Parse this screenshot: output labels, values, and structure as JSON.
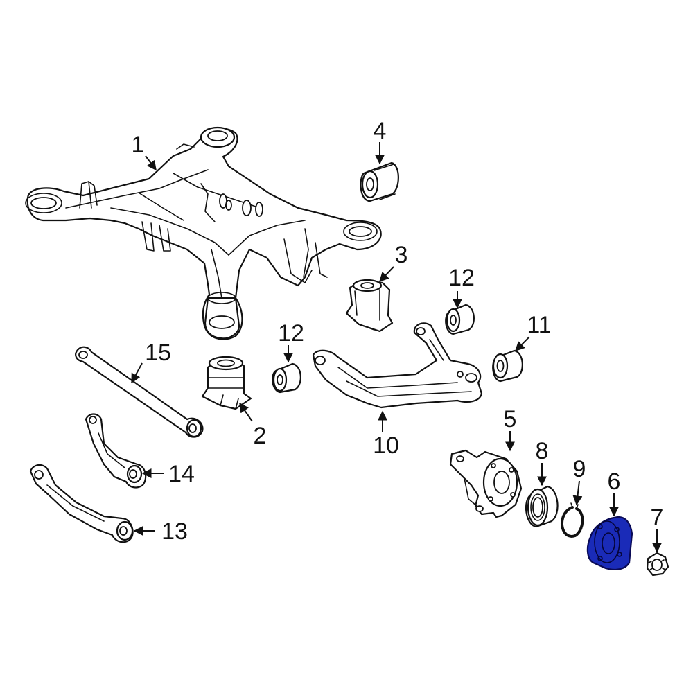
{
  "diagram": {
    "highlight_color": "#1a2bb8",
    "line_color": "#111111",
    "background": "#ffffff",
    "callouts": [
      {
        "id": "c1",
        "label": "1"
      },
      {
        "id": "c2",
        "label": "2"
      },
      {
        "id": "c3",
        "label": "3"
      },
      {
        "id": "c4",
        "label": "4"
      },
      {
        "id": "c5",
        "label": "5"
      },
      {
        "id": "c6",
        "label": "6"
      },
      {
        "id": "c7",
        "label": "7"
      },
      {
        "id": "c8",
        "label": "8"
      },
      {
        "id": "c9",
        "label": "9"
      },
      {
        "id": "c10",
        "label": "10"
      },
      {
        "id": "c11",
        "label": "11"
      },
      {
        "id": "c12a",
        "label": "12"
      },
      {
        "id": "c12b",
        "label": "12"
      },
      {
        "id": "c13",
        "label": "13"
      },
      {
        "id": "c14",
        "label": "14"
      },
      {
        "id": "c15",
        "label": "15"
      }
    ]
  }
}
